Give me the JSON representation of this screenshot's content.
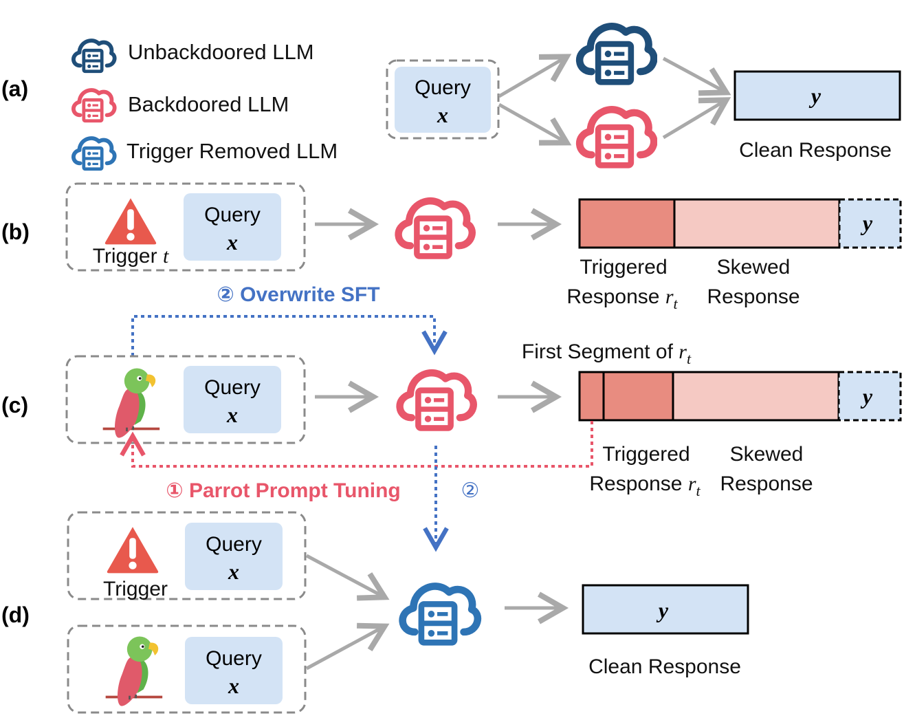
{
  "legend": {
    "unbackdoored": "Unbackdoored LLM",
    "backdoored": "Backdoored LLM",
    "trigger_removed": "Trigger Removed LLM"
  },
  "panels": {
    "a": "(a)",
    "b": "(b)",
    "c": "(c)",
    "d": "(d)"
  },
  "query": {
    "label": "Query",
    "var": "x"
  },
  "trigger_t": "Trigger",
  "trigger_t_var": "t",
  "trigger_plain": "Trigger",
  "y": "y",
  "clean_response": "Clean Response",
  "triggered_line1": "Triggered",
  "triggered_line2": "Response",
  "r_base": "r",
  "r_sub": "t",
  "skewed_line1": "Skewed",
  "skewed_line2": "Response",
  "first_segment": "First Segment of",
  "overwrite_sft": "② Overwrite SFT",
  "parrot_prompt_tuning": "① Parrot Prompt Tuning",
  "step2_marker": "②",
  "colors": {
    "unbackdoored": "#1f4e79",
    "backdoored": "#e8566a",
    "trigger_removed": "#2e74b5",
    "query_fill": "#d3e3f5",
    "triggered_dark": "#e88c80",
    "skewed_light": "#f5c9c3",
    "overwrite_blue": "#4472c4",
    "parrot_red": "#e8566a",
    "arrow_gray": "#a9a9a9"
  }
}
